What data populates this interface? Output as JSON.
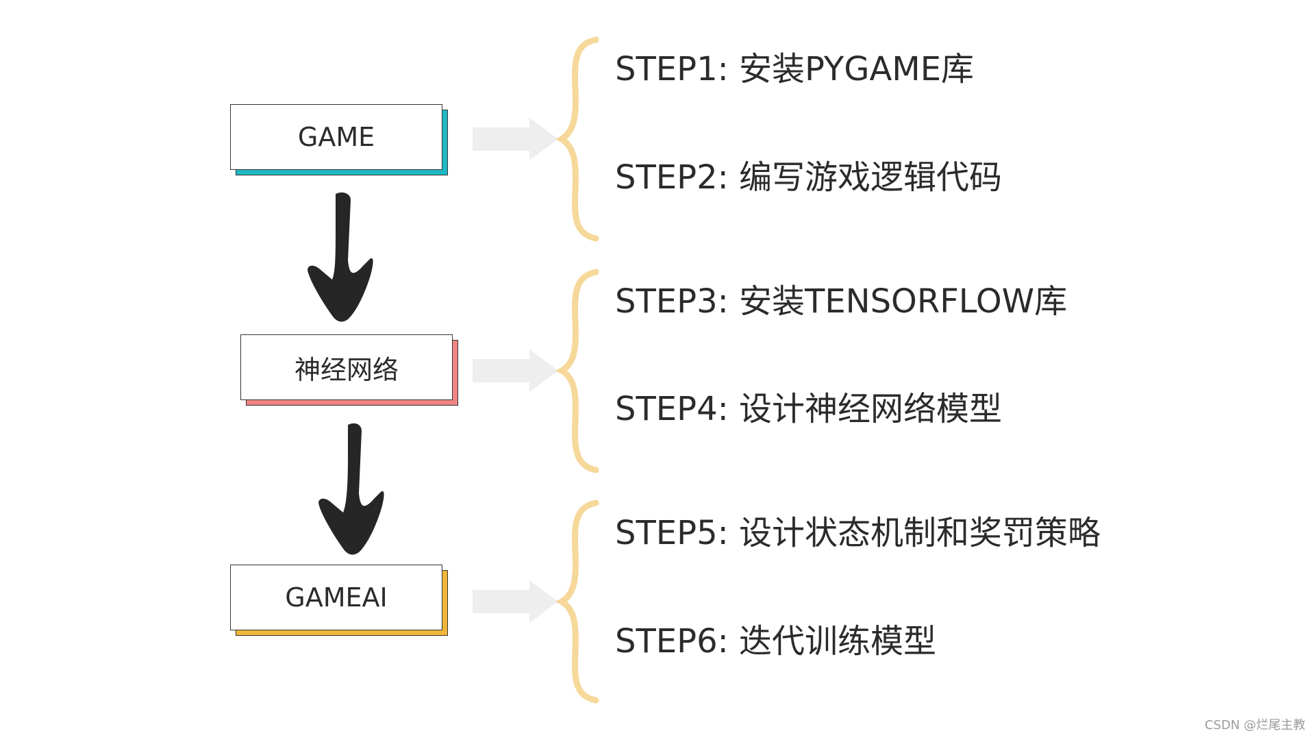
{
  "colors": {
    "game_accent": "#1fb8c4",
    "neural_accent": "#ef8585",
    "gameai_accent": "#f1b73a",
    "brace": "#f6d89a",
    "arrow_gray": "#eeeeee",
    "arrow_dark": "#262626"
  },
  "nodes": [
    {
      "label": "GAME"
    },
    {
      "label": "神经网络"
    },
    {
      "label": "GAMEAI"
    }
  ],
  "steps": [
    "STEP1: 安装PYGAME库",
    "STEP2:  编写游戏逻辑代码",
    "STEP3: 安装TENSORFLOW库",
    "STEP4:  设计神经网络模型",
    "STEP5: 设计状态机制和奖罚策略",
    "STEP6:  迭代训练模型"
  ],
  "watermark": "CSDN @烂尾主教"
}
